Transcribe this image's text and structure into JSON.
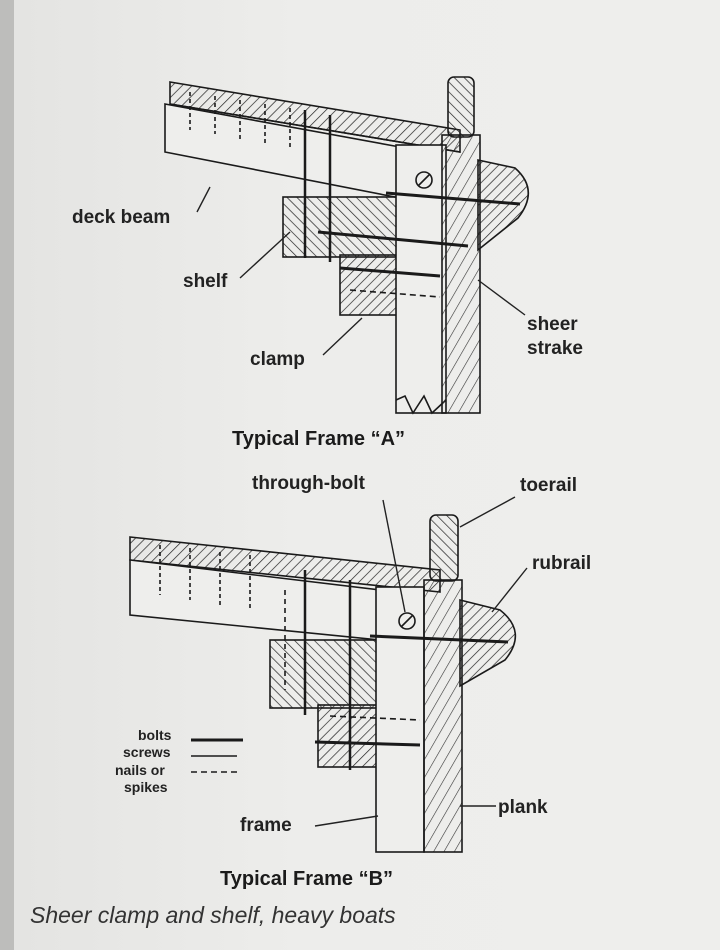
{
  "figure_a": {
    "caption": "Typical Frame “A”",
    "labels": {
      "deck_beam": "deck beam",
      "shelf": "shelf",
      "clamp": "clamp",
      "sheer_strake_1": "sheer",
      "sheer_strake_2": "strake"
    }
  },
  "figure_b": {
    "caption": "Typical Frame “B”",
    "labels": {
      "through_bolt": "through-bolt",
      "toerail": "toerail",
      "rubrail": "rubrail",
      "frame": "frame",
      "plank": "plank"
    },
    "legend": {
      "bolts": "bolts",
      "screws": "screws",
      "nails_1": "nails or",
      "nails_2": "spikes"
    }
  },
  "figure_caption": "Sheer clamp and shelf, heavy boats"
}
